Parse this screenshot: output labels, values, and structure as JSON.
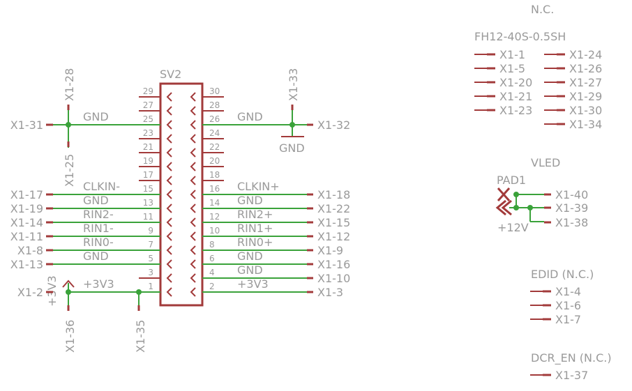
{
  "header": {
    "title": "SV2",
    "connector_part": "FH12-40S-0.5SH"
  },
  "connector": {
    "odd_pins": [
      "29",
      "27",
      "25",
      "23",
      "21",
      "19",
      "17",
      "15",
      "13",
      "11",
      "9",
      "7",
      "5",
      "3",
      "1"
    ],
    "even_pins": [
      "30",
      "28",
      "26",
      "24",
      "22",
      "20",
      "18",
      "16",
      "14",
      "12",
      "10",
      "8",
      "6",
      "4",
      "2"
    ]
  },
  "left_nets": [
    {
      "id": "X1-31",
      "label": "GND",
      "pin": "25"
    },
    {
      "id": "X1-17",
      "label": "CLKIN-",
      "pin": "15"
    },
    {
      "id": "X1-19",
      "label": "GND",
      "pin": "13"
    },
    {
      "id": "X1-14",
      "label": "RIN2-",
      "pin": "11"
    },
    {
      "id": "X1-11",
      "label": "RIN1-",
      "pin": "9"
    },
    {
      "id": "X1-8",
      "label": "RIN0-",
      "pin": "7"
    },
    {
      "id": "X1-13",
      "label": "GND",
      "pin": "5"
    },
    {
      "id": "X1-2",
      "label": "+3V3",
      "pin": "1"
    }
  ],
  "right_nets": [
    {
      "id": "X1-32",
      "label": "GND",
      "pin": "26"
    },
    {
      "id": "X1-18",
      "label": "CLKIN+",
      "pin": "16"
    },
    {
      "id": "X1-22",
      "label": "GND",
      "pin": "14"
    },
    {
      "id": "X1-15",
      "label": "RIN2+",
      "pin": "12"
    },
    {
      "id": "X1-12",
      "label": "RIN1+",
      "pin": "10"
    },
    {
      "id": "X1-9",
      "label": "RIN0+",
      "pin": "8"
    },
    {
      "id": "X1-16",
      "label": "GND",
      "pin": "6"
    },
    {
      "id": "X1-10",
      "label": "GND",
      "pin": "4"
    },
    {
      "id": "X1-3",
      "label": "+3V3",
      "pin": "2"
    }
  ],
  "vertical_pins": {
    "top_left": "X1-28",
    "bottom_left": "X1-25",
    "top_right": "X1-33",
    "bottom_a": "X1-36",
    "bottom_b": "X1-35"
  },
  "symbols": {
    "gnd": "GND",
    "supply_left": "+3V3",
    "supply_vled": "+12V",
    "pad": "PAD1"
  },
  "nc_section": {
    "title": "N.C.",
    "col1": [
      "X1-1",
      "X1-5",
      "X1-20",
      "X1-21",
      "X1-23"
    ],
    "col2": [
      "X1-24",
      "X1-26",
      "X1-27",
      "X1-29",
      "X1-30",
      "X1-34"
    ]
  },
  "vled_section": {
    "title": "VLED",
    "pins": [
      "X1-40",
      "X1-39",
      "X1-38"
    ]
  },
  "edid_section": {
    "title": "EDID (N.C.)",
    "pins": [
      "X1-4",
      "X1-6",
      "X1-7"
    ]
  },
  "dcr_section": {
    "title": "DCR_EN (N.C.)",
    "pins": [
      "X1-37"
    ]
  },
  "colors": {
    "wire": "#3aa23a",
    "symbol": "#a23a3a",
    "text": "#9a9a9a"
  }
}
